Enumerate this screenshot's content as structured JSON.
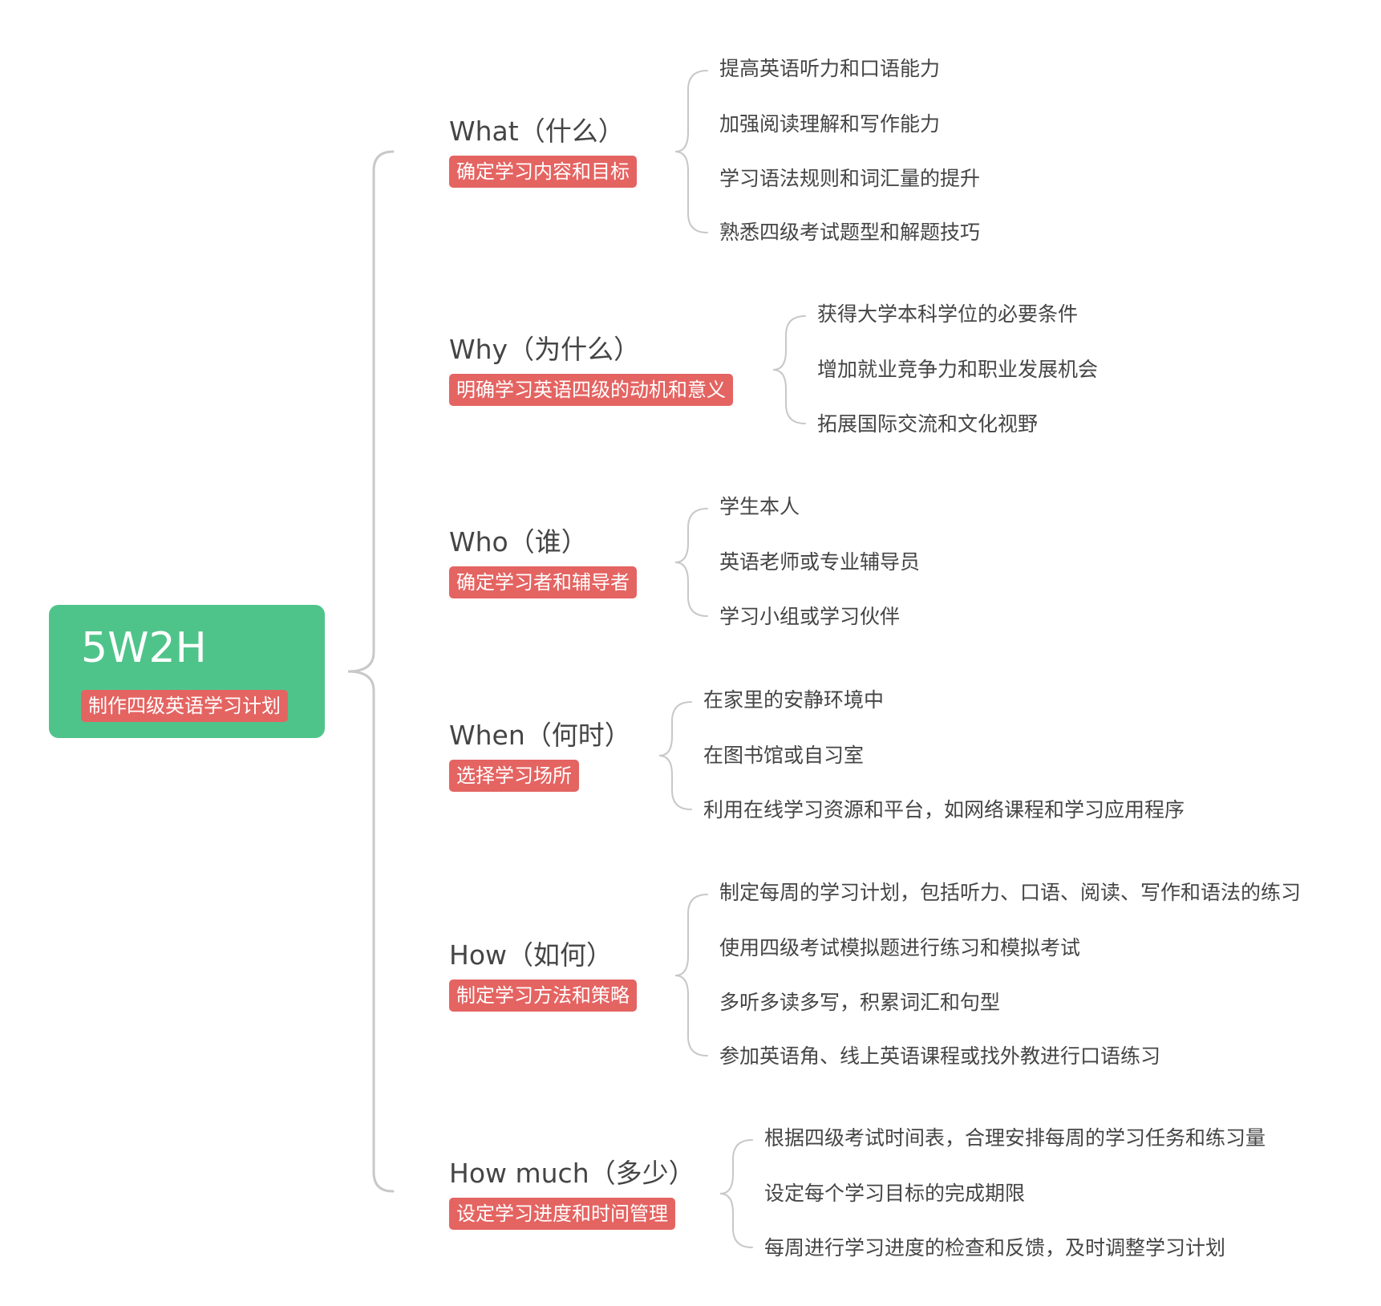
{
  "root": {
    "title": "5W2H",
    "tag": "制作四级英语学习计划"
  },
  "colors": {
    "root_bg": "#4fc48a",
    "tag_bg": "#e46462",
    "connector": "#c8c8c8",
    "text": "#454545"
  },
  "branches": [
    {
      "title": "What（什么）",
      "tag": "确定学习内容和目标",
      "items": [
        "提高英语听力和口语能力",
        "加强阅读理解和写作能力",
        "学习语法规则和词汇量的提升",
        "熟悉四级考试题型和解题技巧"
      ]
    },
    {
      "title": "Why（为什么）",
      "tag": "明确学习英语四级的动机和意义",
      "items": [
        "获得大学本科学位的必要条件",
        "增加就业竞争力和职业发展机会",
        "拓展国际交流和文化视野"
      ]
    },
    {
      "title": "Who（谁）",
      "tag": "确定学习者和辅导者",
      "items": [
        "学生本人",
        "英语老师或专业辅导员",
        "学习小组或学习伙伴"
      ]
    },
    {
      "title": "When（何时）",
      "tag": "选择学习场所",
      "items": [
        "在家里的安静环境中",
        "在图书馆或自习室",
        "利用在线学习资源和平台，如网络课程和学习应用程序"
      ]
    },
    {
      "title": "How（如何）",
      "tag": "制定学习方法和策略",
      "items": [
        "制定每周的学习计划，包括听力、口语、阅读、写作和语法的练习",
        "使用四级考试模拟题进行练习和模拟考试",
        "多听多读多写，积累词汇和句型",
        "参加英语角、线上英语课程或找外教进行口语练习"
      ]
    },
    {
      "title": "How much（多少）",
      "tag": "设定学习进度和时间管理",
      "items": [
        "根据四级考试时间表，合理安排每周的学习任务和练习量",
        "设定每个学习目标的完成期限",
        "每周进行学习进度的检查和反馈，及时调整学习计划"
      ]
    }
  ]
}
